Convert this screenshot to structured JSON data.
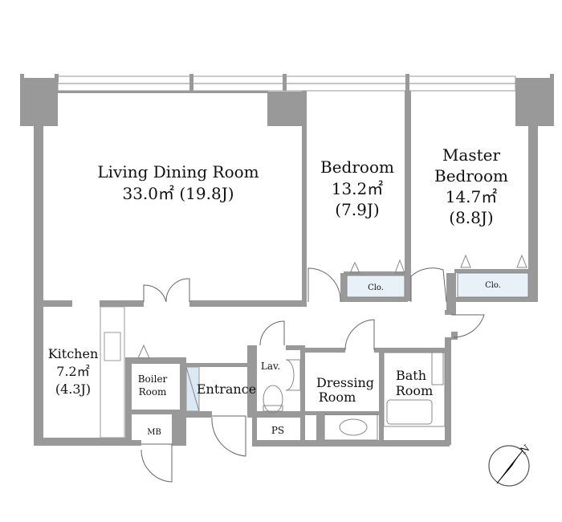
{
  "rooms": {
    "living": {
      "name": "Living Dining Room",
      "area": "33.0㎡ (19.8J)"
    },
    "bedroom": {
      "name": "Bedroom",
      "area": "13.2㎡",
      "jo": "(7.9J)"
    },
    "master": {
      "name1": "Master",
      "name2": "Bedroom",
      "area": "14.7㎡",
      "jo": "(8.8J)"
    },
    "kitchen": {
      "name": "Kitchen",
      "area": "7.2㎡",
      "jo": "(4.3J)"
    },
    "boiler": {
      "name1": "Boiler",
      "name2": "Room"
    },
    "entrance": {
      "name": "Entrance"
    },
    "lav": {
      "name": "Lav."
    },
    "dressing": {
      "name1": "Dressing",
      "name2": "Room"
    },
    "bath": {
      "name1": "Bath",
      "name2": "Room"
    },
    "ps": {
      "name": "PS"
    },
    "mb": {
      "name": "MB"
    },
    "closet1": {
      "name": "Clo."
    },
    "closet2": {
      "name": "Clo."
    }
  },
  "compass": {
    "label": "N"
  },
  "colors": {
    "wall": "#999999",
    "closet": "#e9f1f8",
    "entrance_glass": "#dbe9f4"
  }
}
